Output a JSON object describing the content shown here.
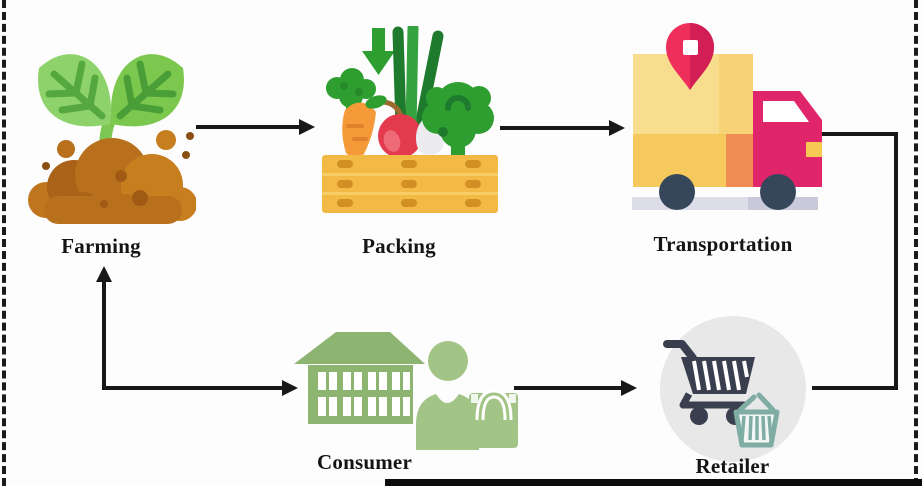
{
  "figure": {
    "type": "supply-chain-cycle-diagram",
    "background": "#fdfdfd",
    "line_color": "#181818",
    "stages": [
      {
        "id": "farming",
        "label": "Farming",
        "icon": "seedling-soil-icon"
      },
      {
        "id": "packing",
        "label": "Packing",
        "icon": "vegetable-crate-icon"
      },
      {
        "id": "transportation",
        "label": "Transportation",
        "icon": "delivery-truck-icon"
      },
      {
        "id": "retailer",
        "label": "Retailer",
        "icon": "shopping-cart-basket-icon"
      },
      {
        "id": "consumer",
        "label": "Consumer",
        "icon": "house-person-bag-icon"
      }
    ],
    "connections": [
      {
        "from": "farming",
        "to": "packing",
        "style": "arrow-right"
      },
      {
        "from": "packing",
        "to": "transportation",
        "style": "arrow-right"
      },
      {
        "from": "transportation",
        "to": "retailer",
        "style": "elbow-line-down-left"
      },
      {
        "from": "consumer",
        "to": "retailer",
        "style": "arrow-right"
      },
      {
        "from": "bottom-row",
        "to": "farming-and-consumer",
        "style": "elbow-double-arrow-up-right"
      }
    ],
    "palette": {
      "leaf_green_light": "#8ed26b",
      "leaf_green_dark": "#7cc74e",
      "soil_brown": "#b8701c",
      "crate_gold": "#f2ba45",
      "veg_green": "#2f9e30",
      "truck_yellow": "#f8dd8f",
      "truck_pink": "#e0256b",
      "wheel_navy": "#36475c",
      "retailer_circle_gray": "#e8e8e8",
      "cart_slate": "#3a3f4f",
      "basket_teal": "#7fada4",
      "consumer_green": "#8eb471",
      "consumer_green_light": "#a3c487"
    }
  }
}
